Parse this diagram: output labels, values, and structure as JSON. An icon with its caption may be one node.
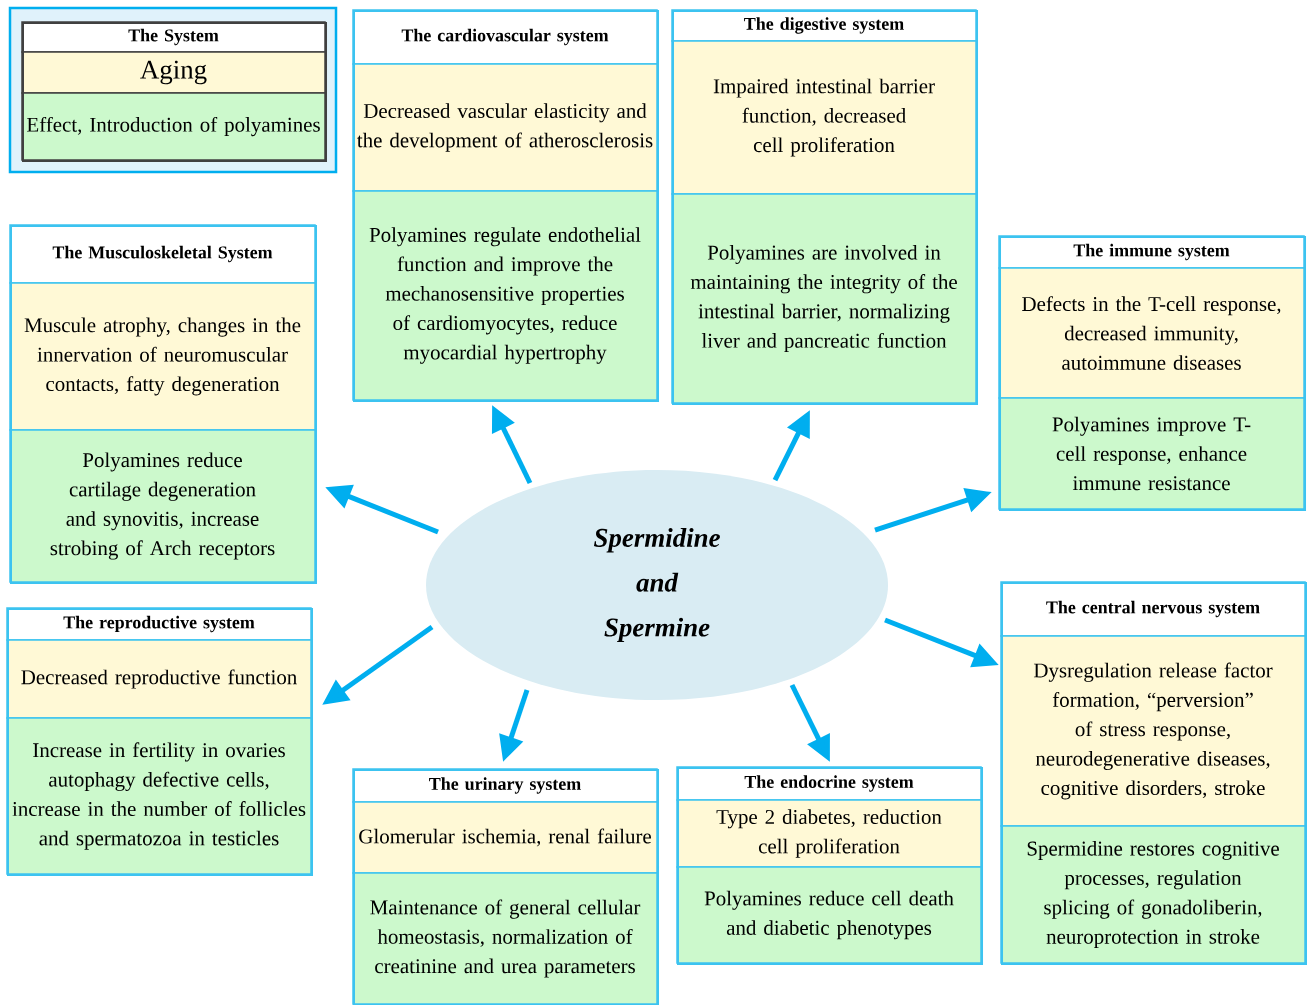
{
  "diagram": {
    "nodes": [
      {
        "text": [
          "The System",
          "Aging",
          "Effect, Introduction of polyamines"
        ]
      },
      {
        "text": [
          "The cardiovascular system",
          "Decreased vascular elasticity and the development of atherosclerosis",
          "Polyamines regulate endothelial function and improve the mechanosensitive properties of cardiomyocytes, reduce myocardial hypertrophy"
        ]
      },
      {
        "text": [
          "The digestive system",
          "Impaired intestinal barrier function, decreased cell proliferation",
          "Polyamines are involved in maintaining the integrity of the intestinal barrier, normalizing liver and pancreatic function"
        ]
      },
      {
        "text": [
          "The Musculoskeletal System",
          "Muscule atrophy, changes in the innervation of neuromuscular contacts, fatty degeneration",
          "Polyamines reduce cartilage degeneration and synovitis, increase strobing of Arch receptors"
        ]
      },
      {
        "text": [
          "The immune system",
          "Defects in the T-cell response, decreased immunity, autoimmune diseases",
          "Polyamines improve T-cell response, enhance immune resistance"
        ]
      },
      {
        "text": [
          "Spermidine and Spermine"
        ]
      },
      {
        "text": [
          "The reproductive system",
          "Decreased reproductive function",
          "Increase in fertility in ovaries autophagy defective cells, increase in the number of follicles and spermatozoa in testicles"
        ]
      },
      {
        "text": [
          "The central nervous system",
          "Dysregulation release factor formation, “perversion” of stress response, neurodegenerative diseases, cognitive disorders, stroke",
          "Spermidine restores cognitive processes, regulation splicing of gonadoliberin, neuroprotection in stroke"
        ]
      },
      {
        "text": [
          "The urinary system",
          "Glomerular ischemia, renal failure",
          "Maintenance of general cellular homeostasis, normalization of creatinine and urea parameters"
        ]
      },
      {
        "text": [
          "The endocrine system",
          "Type 2 diabetes, reduction cell proliferation",
          "Polyamines reduce cell death and diabetic phenotypes"
        ]
      }
    ],
    "edges": [
      {
        "from": 5,
        "to": 1,
        "arrow": "to"
      },
      {
        "from": 5,
        "to": 2,
        "arrow": "to"
      },
      {
        "from": 5,
        "to": 3,
        "arrow": "to"
      },
      {
        "from": 5,
        "to": 4,
        "arrow": "to"
      },
      {
        "from": 5,
        "to": 6,
        "arrow": "to"
      },
      {
        "from": 5,
        "to": 7,
        "arrow": "to"
      },
      {
        "from": 5,
        "to": 8,
        "arrow": "to"
      },
      {
        "from": 5,
        "to": 9,
        "arrow": "to"
      }
    ]
  }
}
